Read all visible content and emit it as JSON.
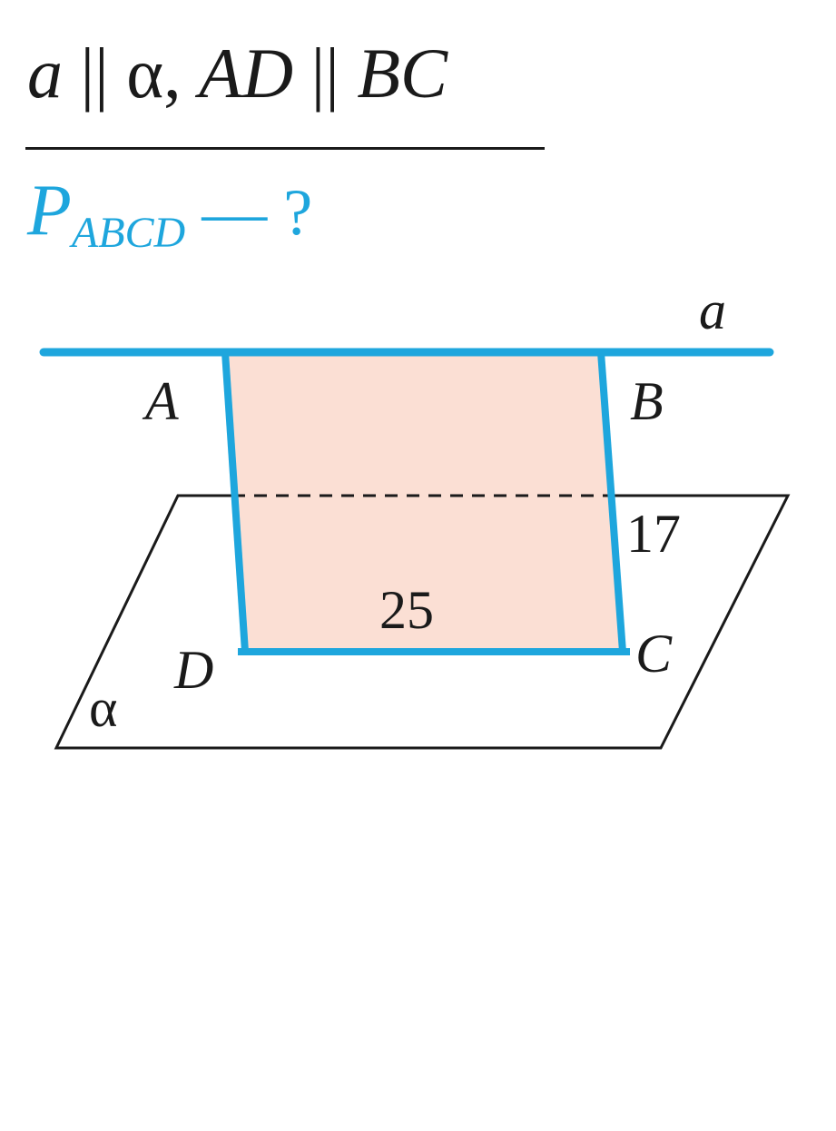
{
  "given": {
    "line": "a",
    "parallel": "||",
    "plane": "α,",
    "seg1": "AD",
    "seg2": "BC"
  },
  "find": {
    "p": "P",
    "sub": "ABCD",
    "rest": " — ?"
  },
  "figure": {
    "line_label": "a",
    "plane_label": "α",
    "points": {
      "A": "A",
      "B": "B",
      "C": "C",
      "D": "D"
    },
    "side_dc": "25",
    "side_bc": "17"
  },
  "colors": {
    "accent": "#1ea6dd",
    "fill": "#fbdfd4",
    "ink": "#1a1a1a"
  }
}
